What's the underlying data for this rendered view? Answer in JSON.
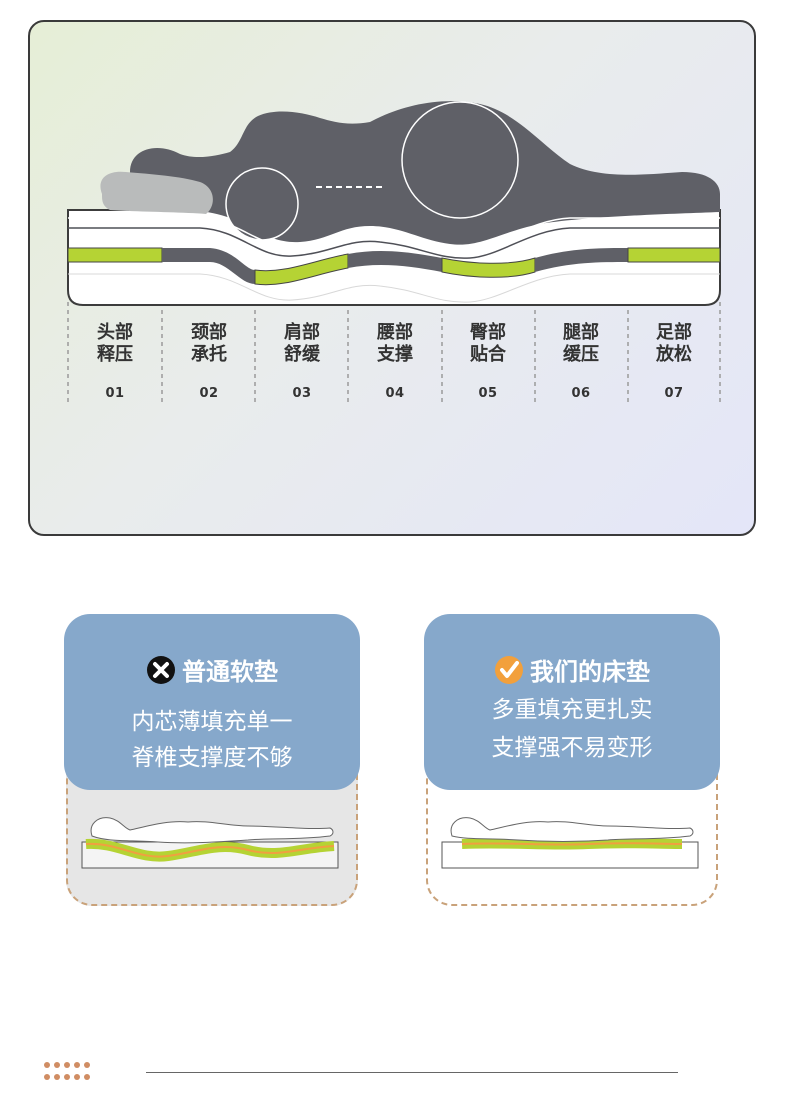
{
  "zones": [
    {
      "line1": "头部",
      "line2": "释压",
      "num": "01"
    },
    {
      "line1": "颈部",
      "line2": "承托",
      "num": "02"
    },
    {
      "line1": "肩部",
      "line2": "舒缓",
      "num": "03"
    },
    {
      "line1": "腰部",
      "line2": "支撑",
      "num": "04"
    },
    {
      "line1": "臀部",
      "line2": "贴合",
      "num": "05"
    },
    {
      "line1": "腿部",
      "line2": "缓压",
      "num": "06"
    },
    {
      "line1": "足部",
      "line2": "放松",
      "num": "07"
    }
  ],
  "ordinary": {
    "title": "普通软垫",
    "icon": "x-circle-icon",
    "line1": "内芯薄填充单一",
    "line2": "脊椎支撑度不够"
  },
  "ours": {
    "title": "我们的床垫",
    "icon": "check-circle-icon",
    "line1": "多重填充更扎实",
    "line2": "支撑强不易变形"
  },
  "colors": {
    "accent_green": "#b5d334",
    "card_blue": "#86a8cb",
    "body_gray": "#5f6067",
    "dashed_border": "#c9a27a",
    "check_orange": "#f2a03c"
  }
}
